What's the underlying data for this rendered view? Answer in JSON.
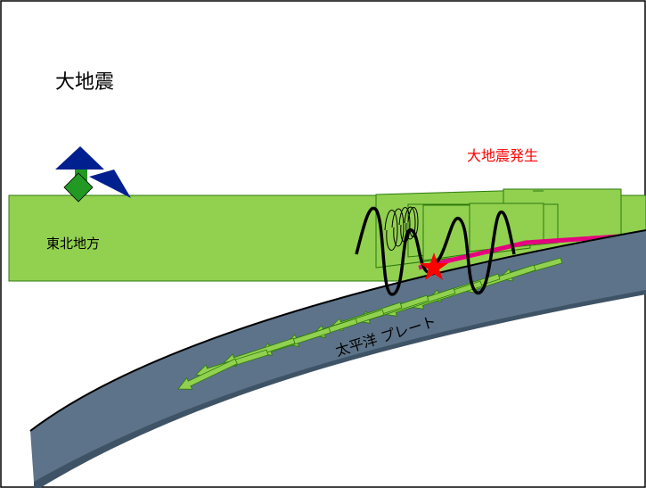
{
  "title": "大地震",
  "labels": {
    "quake": "大地震発生",
    "region": "東北地方",
    "plate": "太平洋 プレート"
  },
  "colors": {
    "background": "#ffffff",
    "land": "#92d050",
    "land_dark": "#2b7a0b",
    "plate": "#5d7389",
    "plate_shadow": "#3e5366",
    "fault": "#e6007e",
    "epicenter": "#ff0000",
    "quake_text": "#ff0000",
    "arrow_fill": "#92d050",
    "arrow_stroke": "#2b7a0b",
    "icon_triangle": "#00208f",
    "icon_diamond": "#229922",
    "seismic_wave": "#000000"
  }
}
